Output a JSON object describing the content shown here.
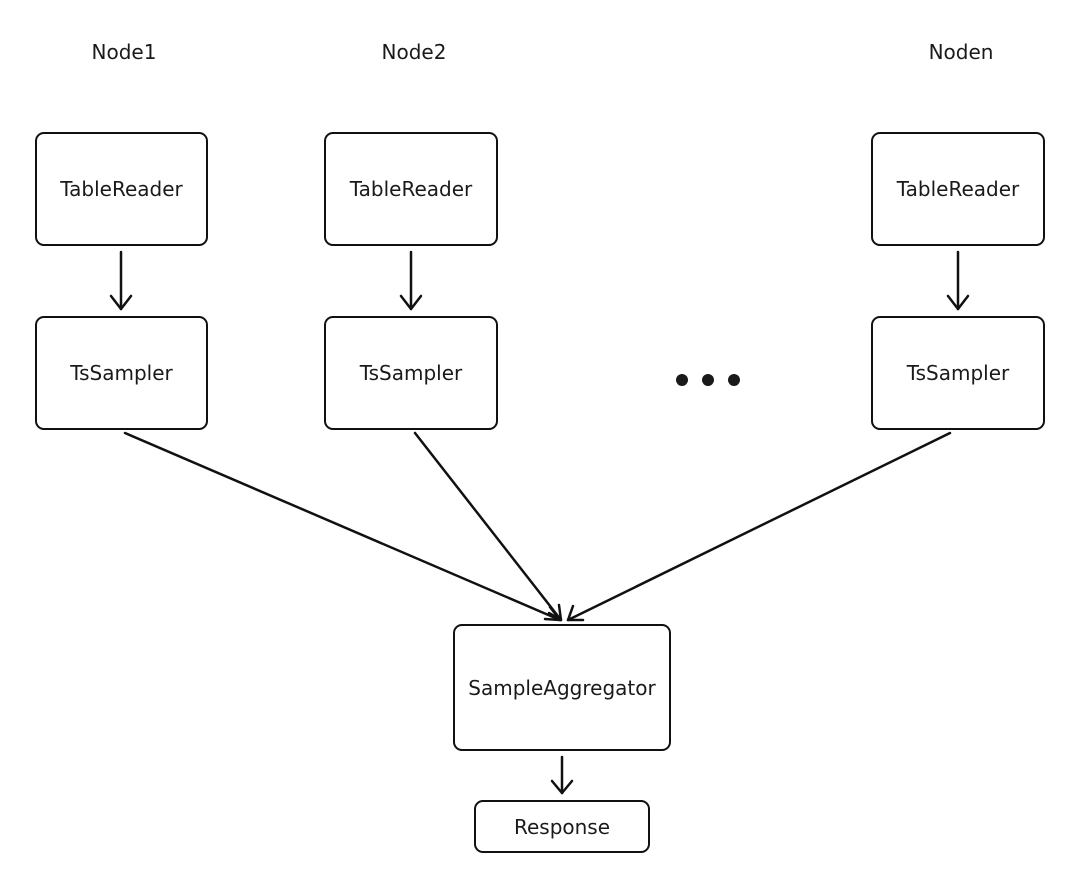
{
  "nodes": [
    {
      "label": "Node1",
      "reader": "TableReader",
      "sampler": "TsSampler"
    },
    {
      "label": "Node2",
      "reader": "TableReader",
      "sampler": "TsSampler"
    },
    {
      "label": "Noden",
      "reader": "TableReader",
      "sampler": "TsSampler"
    }
  ],
  "aggregator": {
    "label": "SampleAggregator"
  },
  "response": {
    "label": "Response"
  },
  "colors": {
    "stroke": "#111111",
    "text": "#1a1a1a",
    "background": "#ffffff"
  }
}
